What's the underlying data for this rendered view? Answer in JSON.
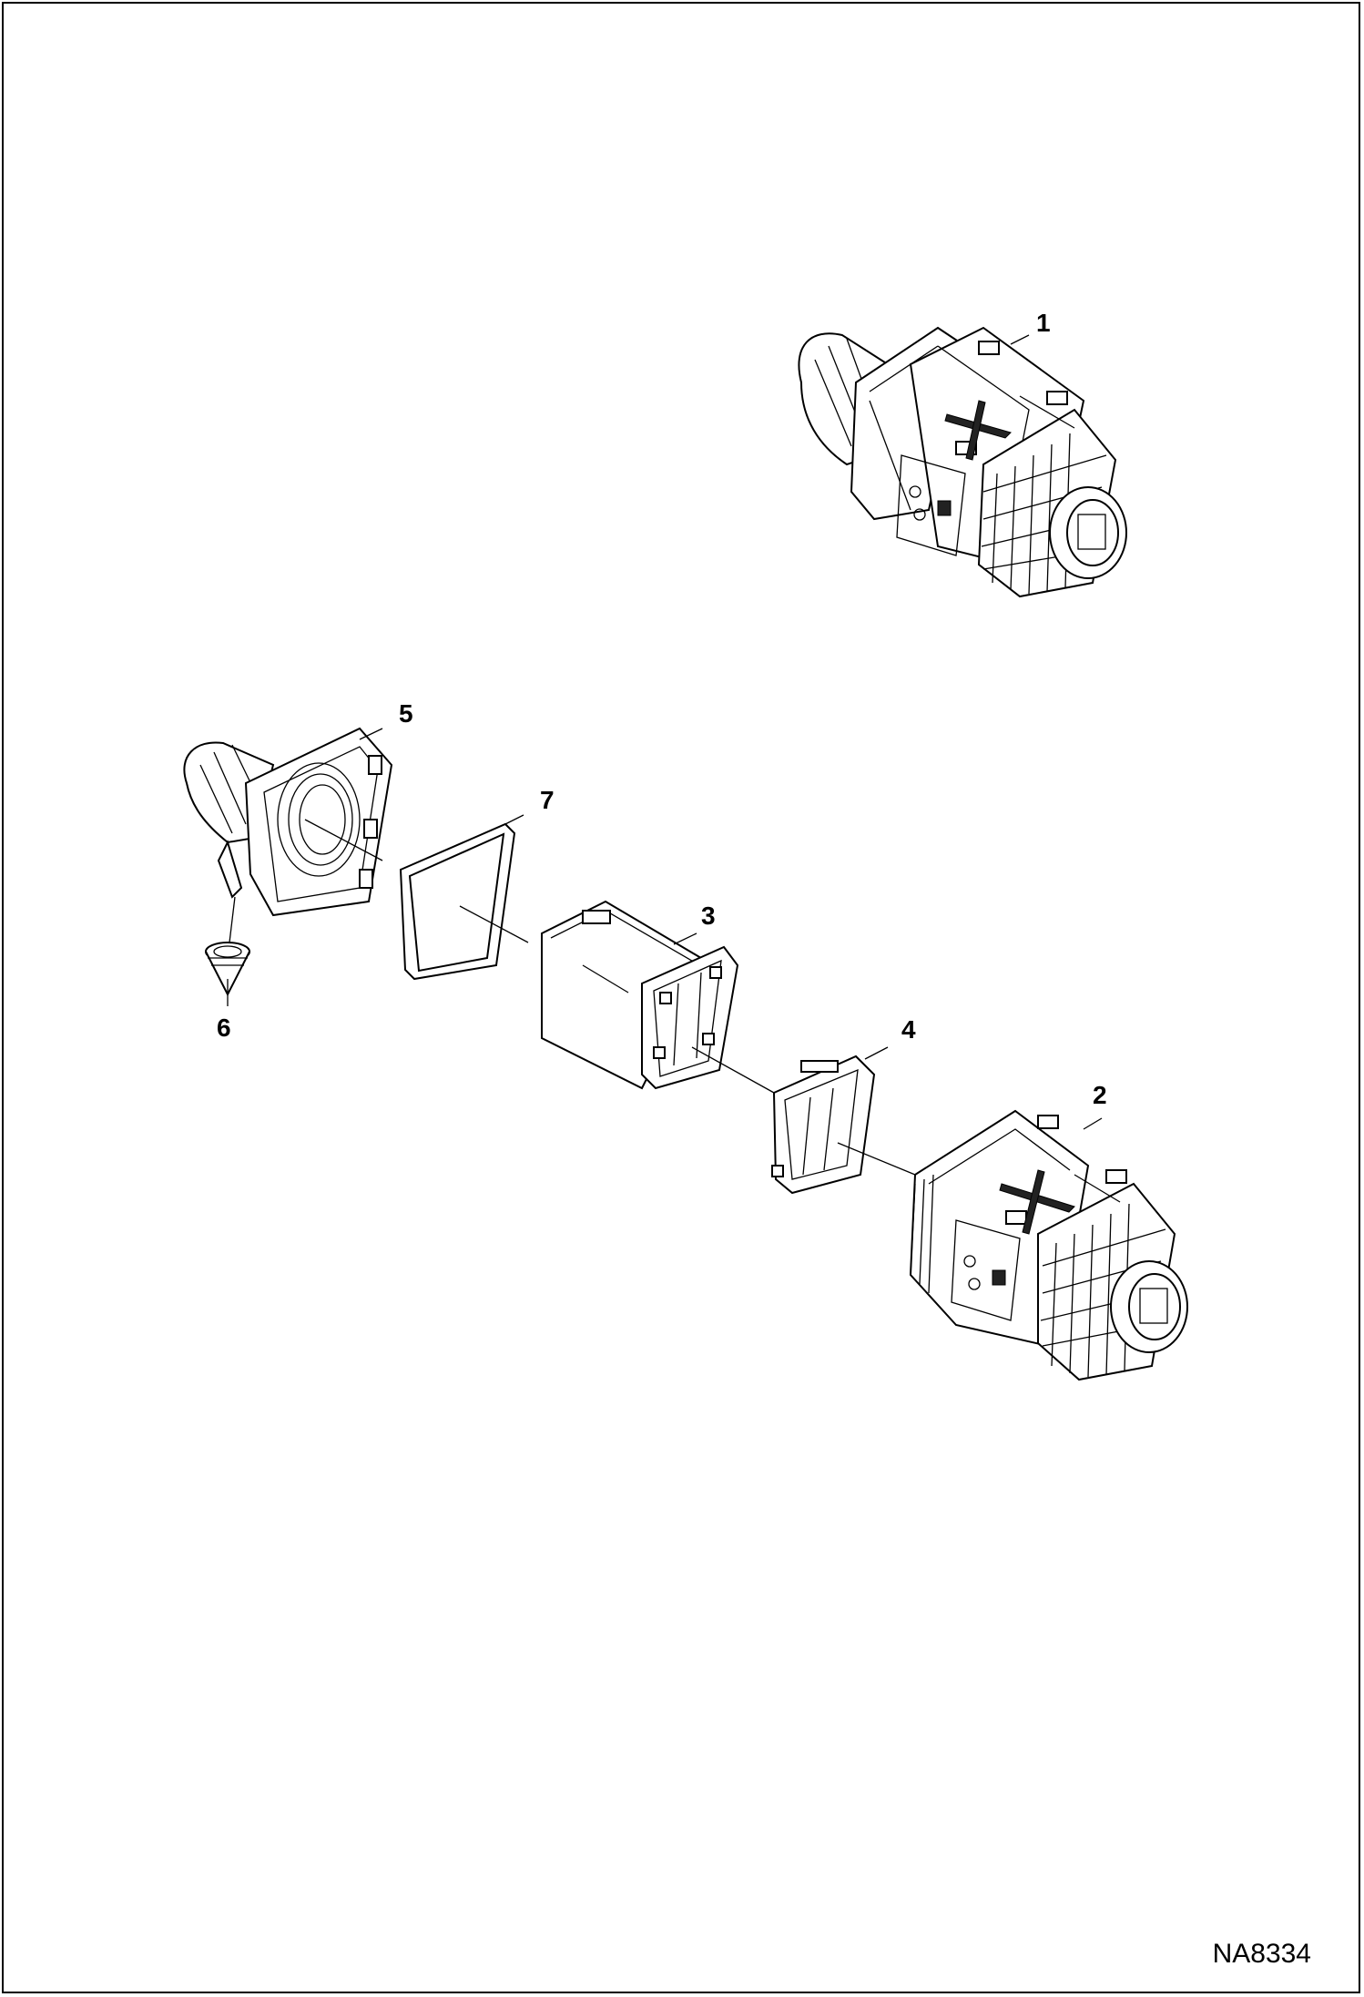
{
  "figure_id": "NA8334",
  "callouts": {
    "c1": "1",
    "c2": "2",
    "c3": "3",
    "c4": "4",
    "c5": "5",
    "c6": "6",
    "c7": "7"
  }
}
